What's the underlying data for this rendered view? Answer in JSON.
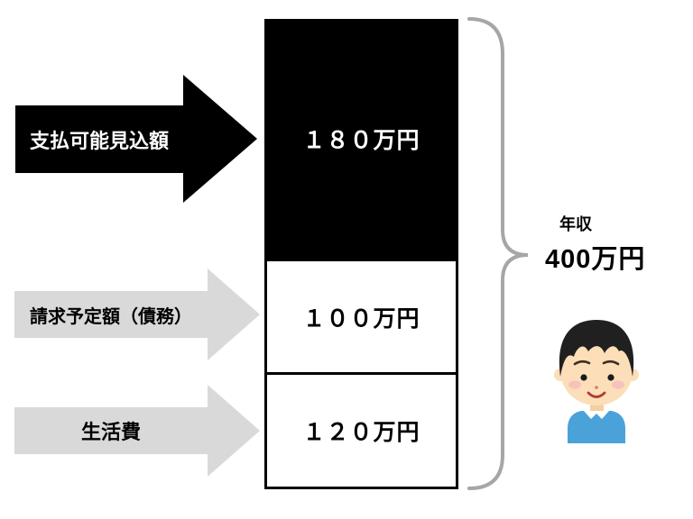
{
  "chart_data": {
    "type": "bar",
    "stacked": true,
    "orientation": "vertical",
    "categories": [
      "支払可能見込額",
      "請求予定額（債務）",
      "生活費"
    ],
    "values": [
      180,
      100,
      120
    ],
    "unit": "万円",
    "segment_labels": [
      "１８０万円",
      "１００万円",
      "１２０万円"
    ],
    "total": {
      "label": "年収",
      "value": 400,
      "display": "400万円"
    },
    "legend": "none",
    "grid": false
  },
  "arrows": [
    {
      "label": "支払可能見込額",
      "style": "black-arrow"
    },
    {
      "label": "請求予定額（債務）",
      "style": "gray-arrow"
    },
    {
      "label": "生活費",
      "style": "gray-arrow"
    }
  ],
  "bar": {
    "segments": [
      {
        "label": "１８０万円",
        "value": 180,
        "fill": "#000000",
        "text_color": "#FFFFFF"
      },
      {
        "label": "１００万円",
        "value": 100,
        "fill": "#FFFFFF",
        "text_color": "#000000"
      },
      {
        "label": "１２０万円",
        "value": 120,
        "fill": "#FFFFFF",
        "text_color": "#000000"
      }
    ]
  },
  "annual_income": {
    "label": "年収",
    "amount": "400万円"
  },
  "person": {
    "description": "boy-illustration"
  },
  "colors": {
    "arrow_primary": "#000000",
    "arrow_secondary": "#D9D9D9",
    "bar_black": "#000000",
    "bar_white": "#FFFFFF",
    "bar_border": "#000000",
    "brace": "#A6A6A6",
    "shirt_blue": "#4BA2D9",
    "skin": "#FCDEB9",
    "hair": "#202020",
    "cheek": "#F6C3BA",
    "mouth": "#B03A35"
  }
}
